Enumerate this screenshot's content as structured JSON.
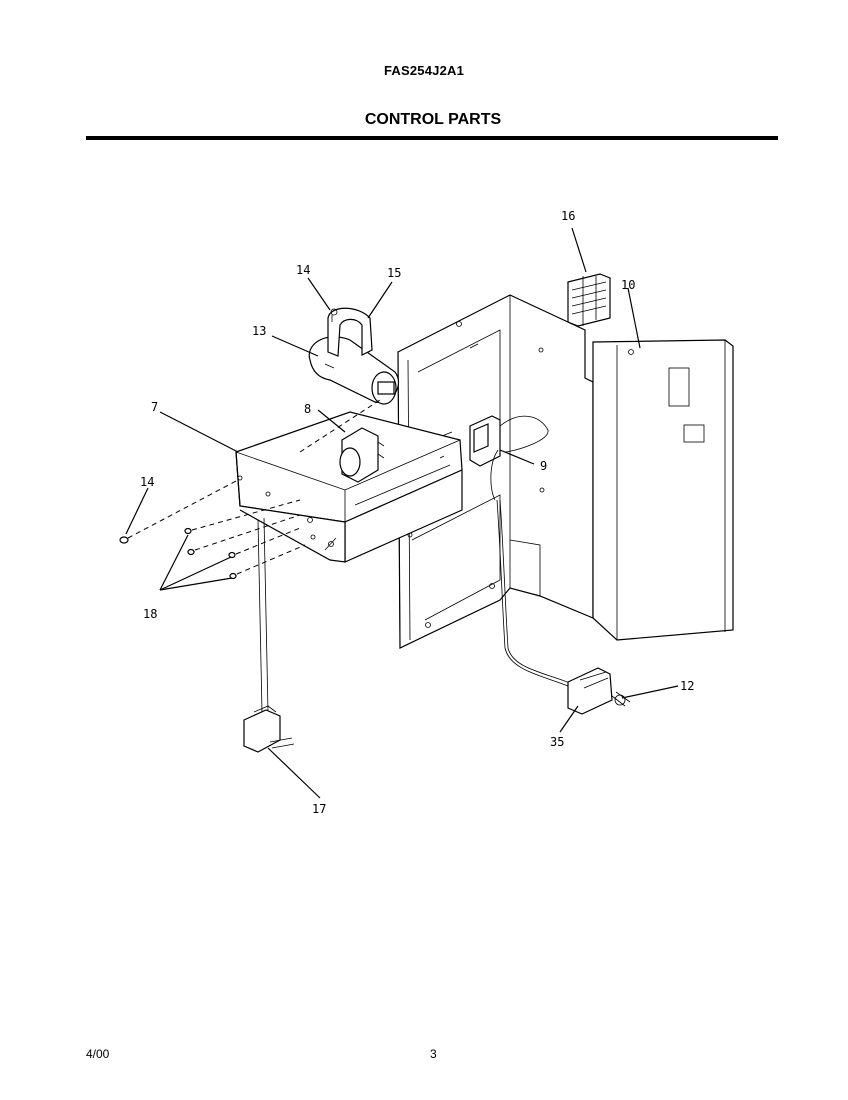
{
  "header": {
    "model": "FAS254J2A1",
    "section_title": "CONTROL PARTS"
  },
  "footer": {
    "date": "4/00",
    "page_number": "3"
  },
  "callouts": {
    "p7": "7",
    "p8": "8",
    "p9": "9",
    "p10": "10",
    "p12": "12",
    "p13": "13",
    "p14a": "14",
    "p14b": "14",
    "p15": "15",
    "p16": "16",
    "p17": "17",
    "p18": "18",
    "p35": "35"
  }
}
